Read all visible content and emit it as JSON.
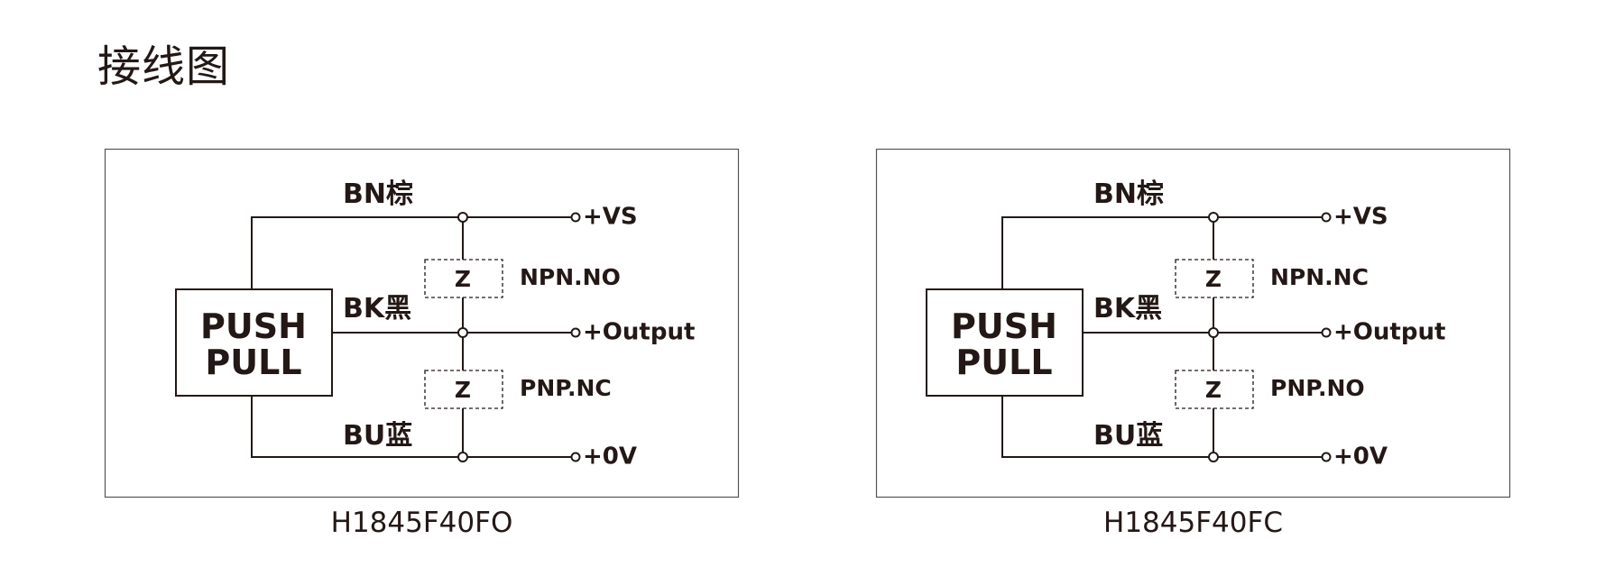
{
  "page": {
    "title": "接线图"
  },
  "diagrams": [
    {
      "caption": "H1845F40FO",
      "box_lines": [
        "PUSH",
        "PULL"
      ],
      "wires": {
        "top": "BN棕",
        "middle": "BK黑",
        "bottom": "BU蓝"
      },
      "terminals": {
        "top": "+VS",
        "middle": "+Output",
        "bottom": "+0V"
      },
      "load_label": "Z",
      "modes": {
        "upper": "NPN.NO",
        "lower": "PNP.NC"
      }
    },
    {
      "caption": "H1845F40FC",
      "box_lines": [
        "PUSH",
        "PULL"
      ],
      "wires": {
        "top": "BN棕",
        "middle": "BK黑",
        "bottom": "BU蓝"
      },
      "terminals": {
        "top": "+VS",
        "middle": "+Output",
        "bottom": "+0V"
      },
      "load_label": "Z",
      "modes": {
        "upper": "NPN.NC",
        "lower": "PNP.NO"
      }
    }
  ],
  "colors": {
    "ink": "#231815",
    "frame": "#555555",
    "background": "#ffffff"
  }
}
